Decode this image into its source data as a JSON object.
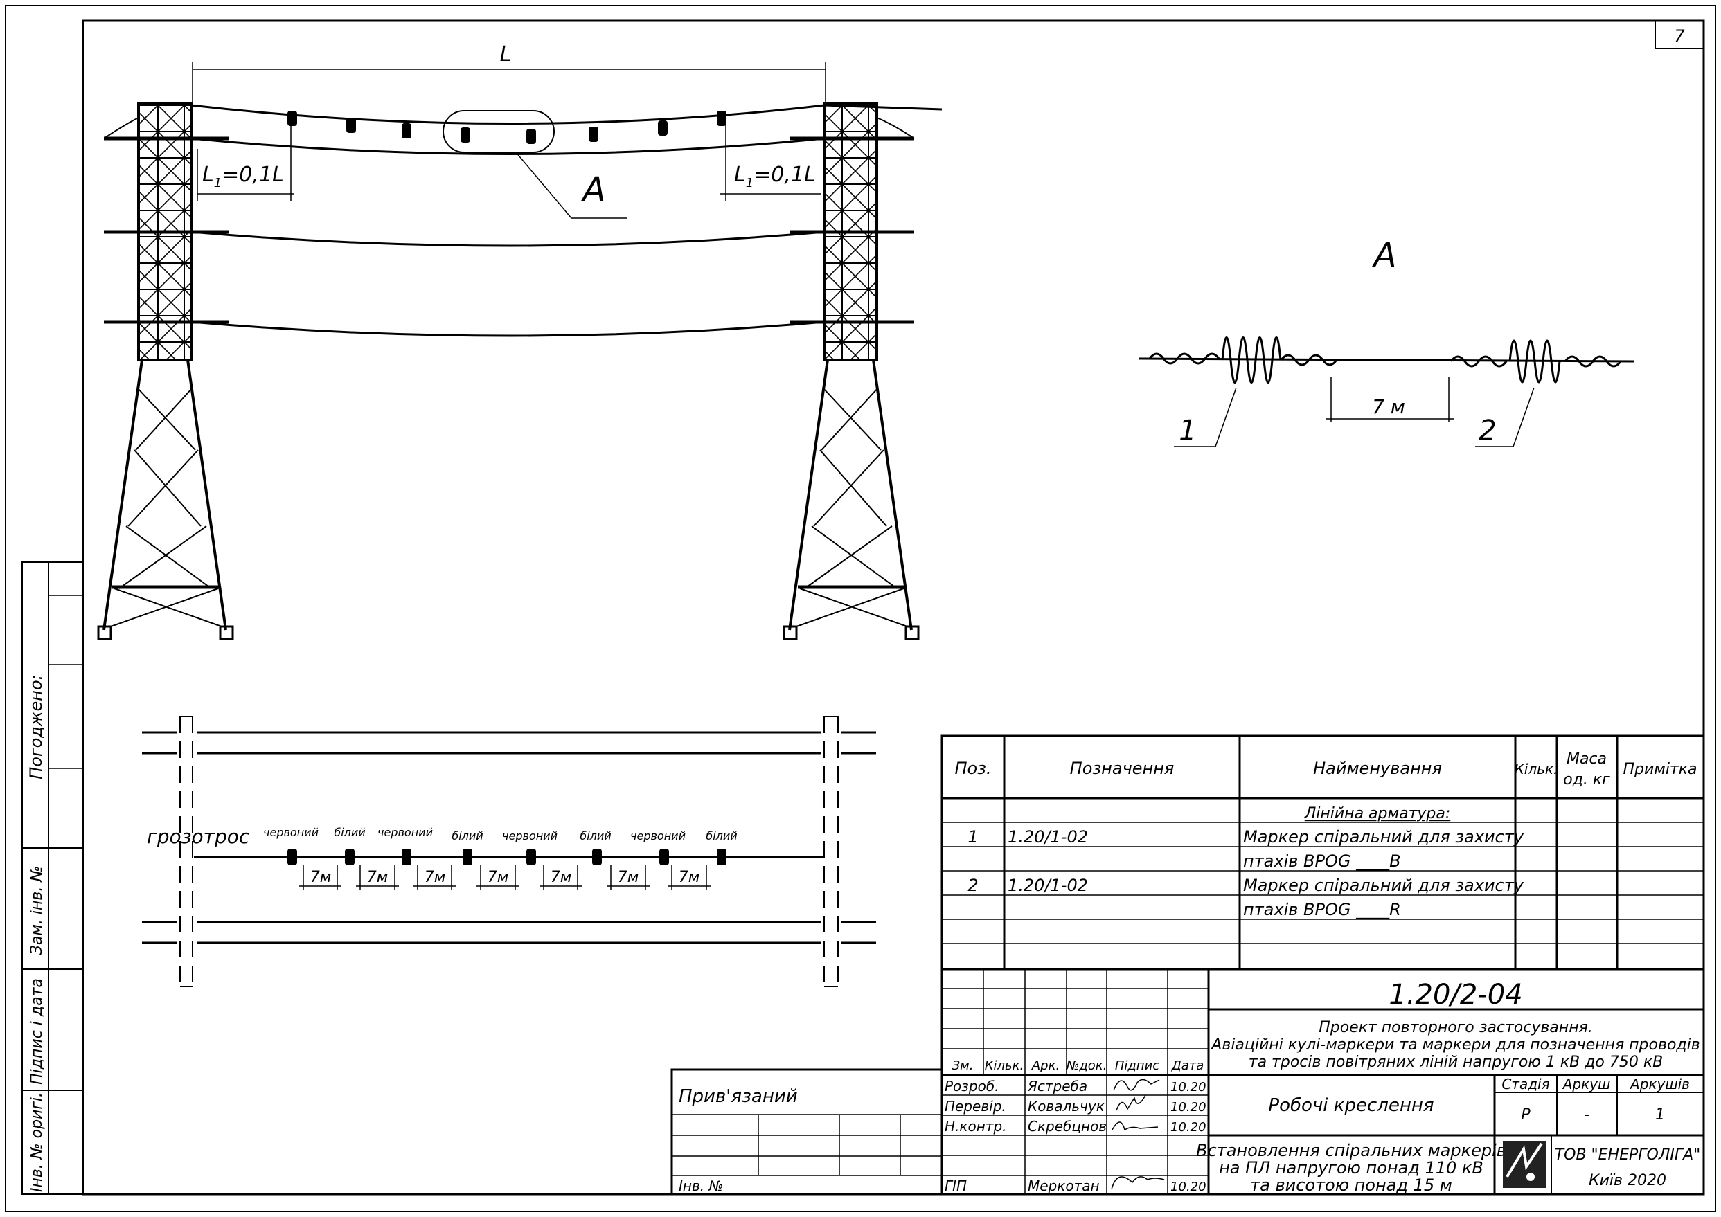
{
  "sheet_number": "7",
  "span_label": "L",
  "offset_label_left": "L",
  "offset_label_right": "L",
  "offset_subscript": "1",
  "offset_value": "=0,1L",
  "detail_callout": "A",
  "detail_title": "A",
  "detail": {
    "marker_1_label": "1",
    "marker_2_label": "2",
    "spacing_label": "7 м"
  },
  "plan": {
    "ground_wire_label": "грозотрос",
    "marker_colors": [
      "червоний",
      "білий",
      "червоний",
      "білий",
      "червоний",
      "білий",
      "червоний",
      "білий"
    ],
    "spacing_labels": [
      "7м",
      "7м",
      "7м",
      "7м",
      "7м",
      "7м",
      "7м"
    ]
  },
  "side_stamp": {
    "agreed": "Погоджено:",
    "replaced_inv": "Зам. інв. №",
    "sign_date": "Підпис і дата",
    "orig_inv": "Інв. № оригі."
  },
  "spec_table": {
    "headers": {
      "pos": "Поз.",
      "designation": "Позначення",
      "name": "Найменування",
      "qty": "Кільк.",
      "mass_1": "Маса",
      "mass_2": "од. кг",
      "note": "Примітка"
    },
    "section": "Лінійна арматура:",
    "rows": [
      {
        "pos": "1",
        "designation": "1.20/1-02",
        "name_1": "Маркер спіральний для захисту",
        "name_2": "птахів BPOG ____B"
      },
      {
        "pos": "2",
        "designation": "1.20/1-02",
        "name_1": "Маркер спіральний для захисту",
        "name_2": "птахів BPOG ____R"
      }
    ]
  },
  "title_block": {
    "code": "1.20/2-04",
    "project_1": "Проект повторного застосування.",
    "project_2": "Авіаційні кулі-маркери та маркери для позначення проводів",
    "project_3": "та тросів повітряних ліній напругою 1 кВ до 750 кВ",
    "stage_work": "Робочі креслення",
    "headers": {
      "zm": "Зм.",
      "kilk": "Кільк.",
      "ark": "Арк.",
      "ndok": "№док.",
      "pidpys": "Підпис",
      "data": "Дата",
      "stage": "Стадія",
      "sheet": "Аркуш",
      "sheets": "Аркушів"
    },
    "stage_value": "Р",
    "sheet_value": "-",
    "sheets_value": "1",
    "people": [
      {
        "role": "Розроб.",
        "name": "Ястреба",
        "date": "10.20"
      },
      {
        "role": "Перевір.",
        "name": "Ковальчук",
        "date": "10.20"
      },
      {
        "role": "Н.контр.",
        "name": "Скребцнов",
        "date": "10.20"
      },
      {
        "role": "ГІП",
        "name": "Меркотан",
        "date": "10.20"
      }
    ],
    "sheet_title_1": "Встановлення спіральних маркерів",
    "sheet_title_2": "на ПЛ напругою понад 110 кВ",
    "sheet_title_3": "та висотою понад 15 м",
    "company_1": "ТОВ \"ЕНЕРГОЛІГА\"",
    "company_2": "Київ 2020",
    "bound": "Прив'язаний",
    "inv": "Інв. №"
  }
}
